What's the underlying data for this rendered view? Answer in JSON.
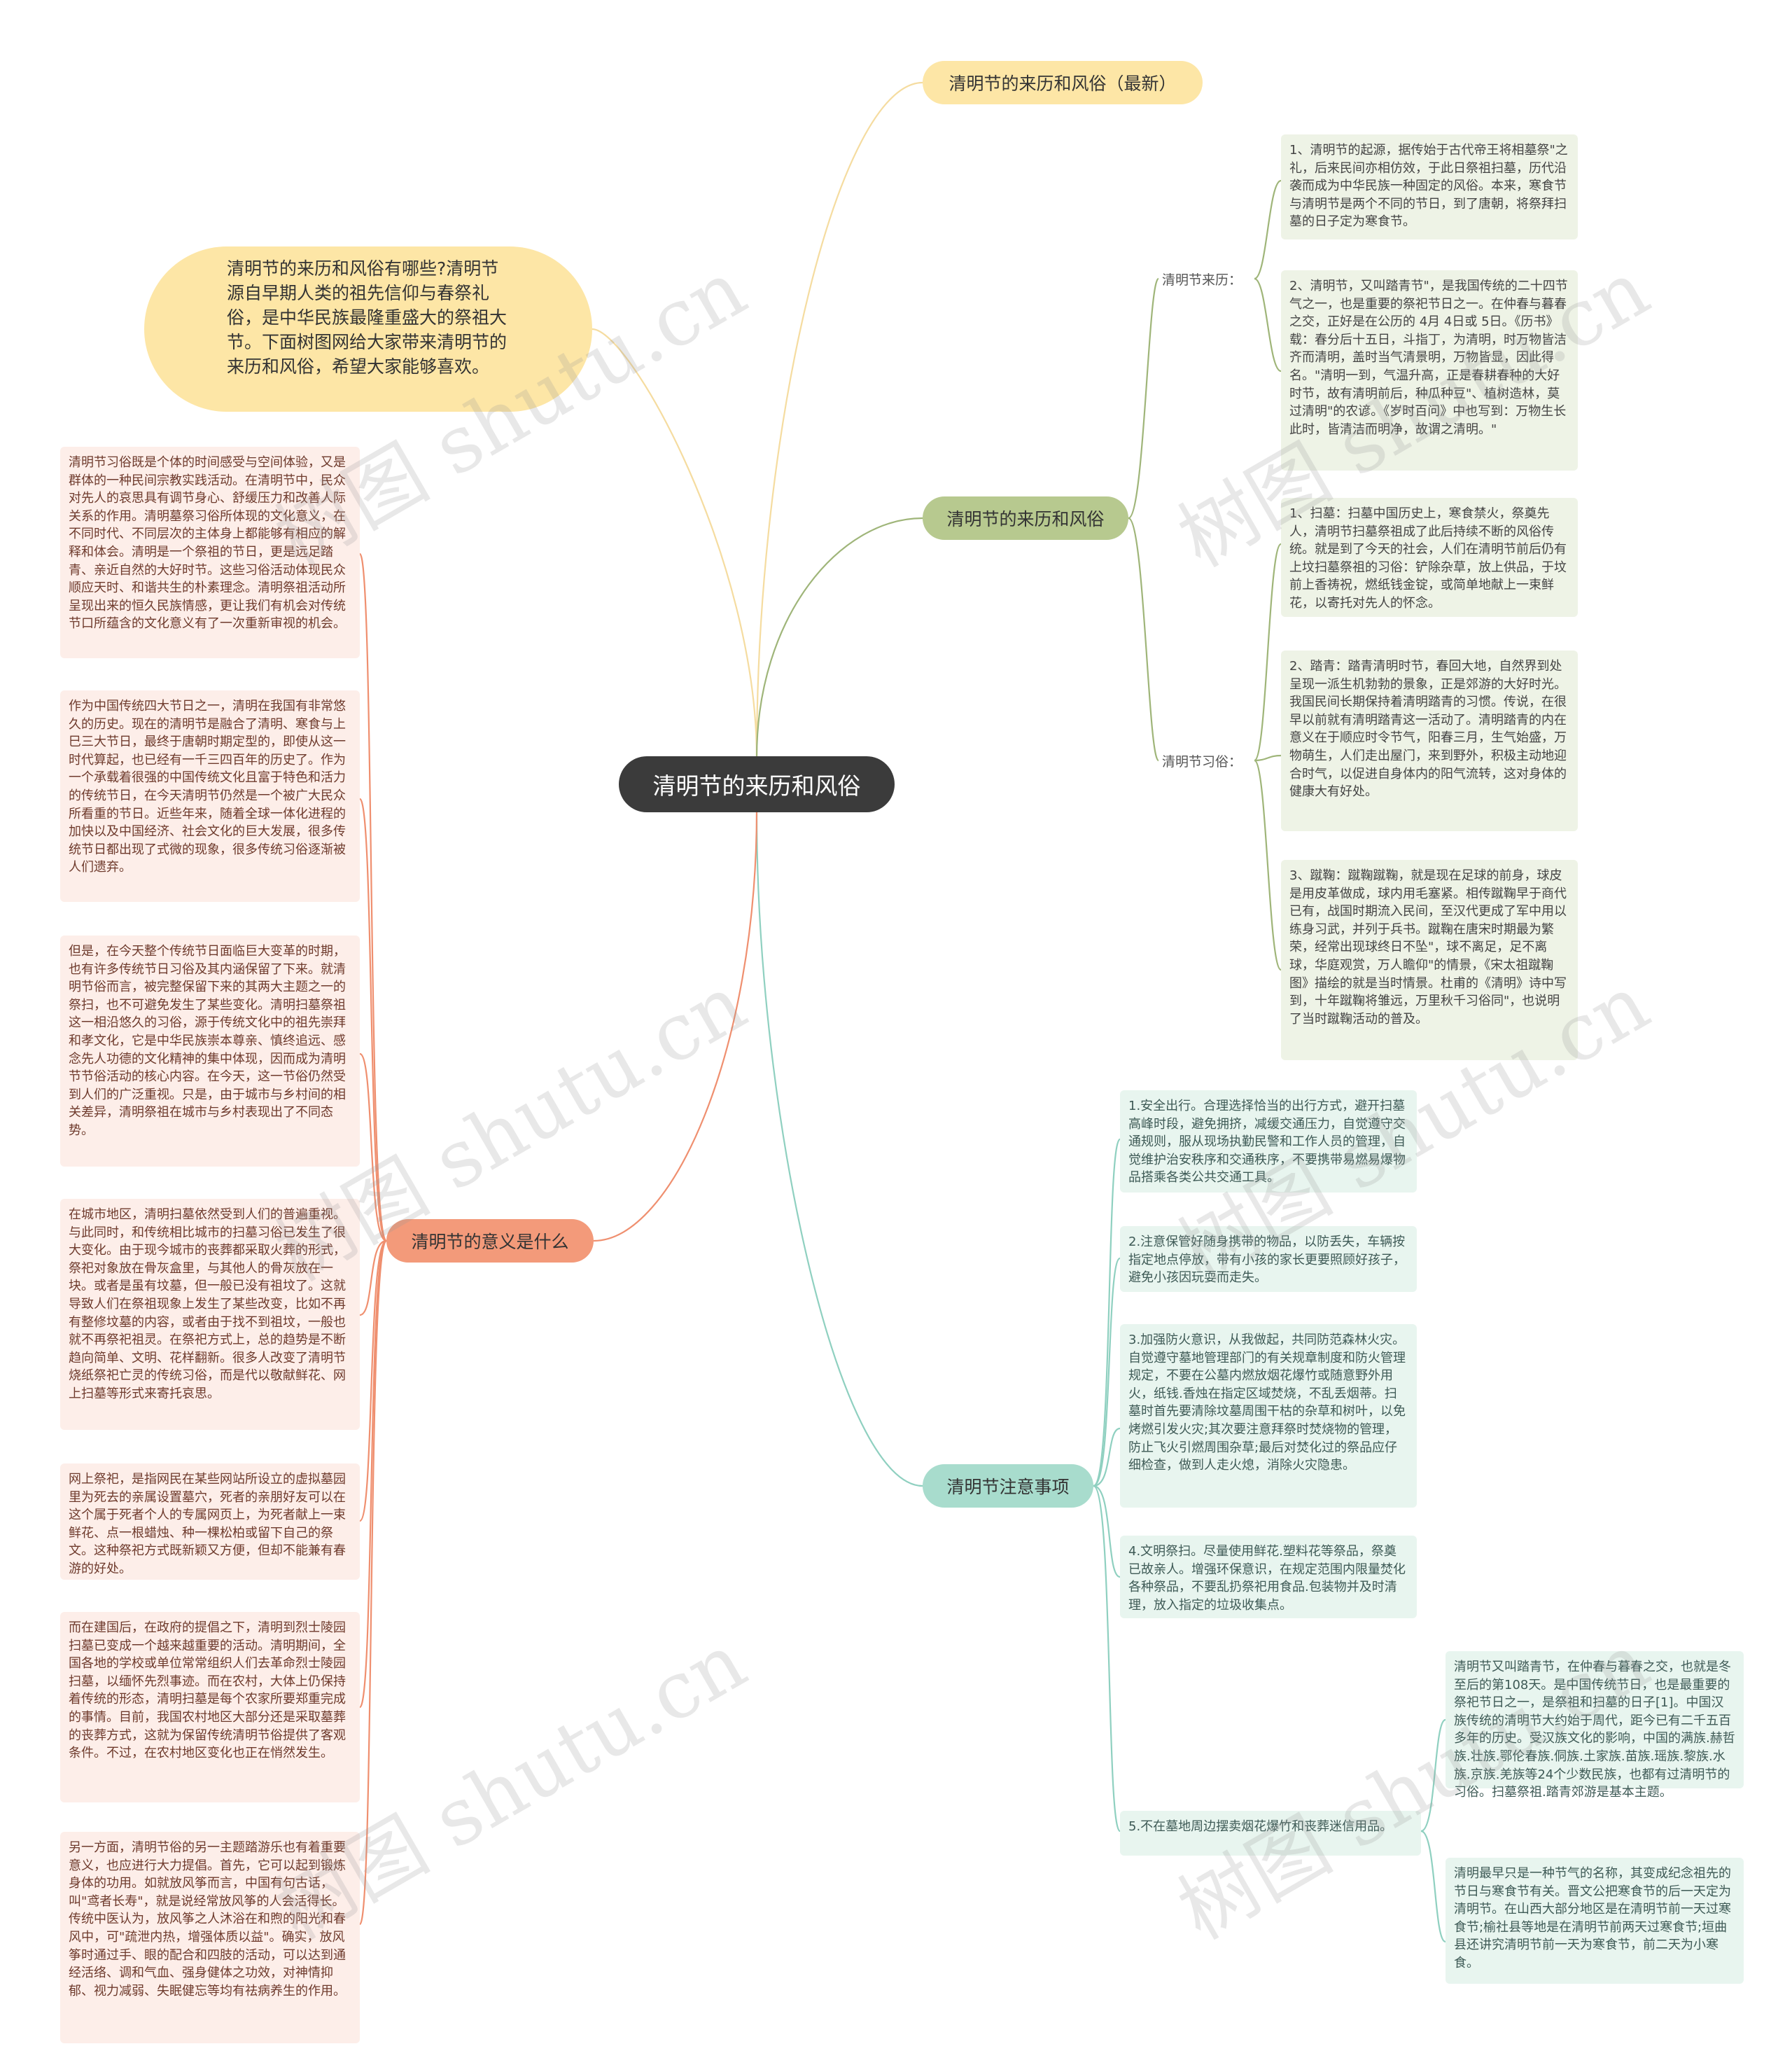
{
  "center": "清明节的来历和风俗",
  "watermark": "树图 shutu.cn",
  "colors": {
    "yellow": "#fde6a6",
    "green": "#b7c98f",
    "teal": "#a8dccd",
    "salmon": "#f39a7a",
    "line_yellow": "#f5dca0",
    "line_green": "#9fb579",
    "line_teal": "#8fd0c0",
    "line_salmon": "#ef8f6f"
  },
  "branches": {
    "latest": "清明节的来历和风俗（最新）",
    "intro": "清明节的来历和风俗有哪些?清明节源自早期人类的祖先信仰与春祭礼俗，是中华民族最隆重盛大的祭祖大节。下面树图网给大家带来清明节的来历和风俗，希望大家能够喜欢。",
    "main": {
      "label": "清明节的来历和风俗",
      "origin_label": "清明节来历：",
      "origin": [
        "1、清明节的起源，据传始于古代帝王将相墓祭\"之礼，后来民间亦相仿效，于此日祭祖扫墓，历代沿袭而成为中华民族一种固定的风俗。本来，寒食节与清明节是两个不同的节日，到了唐朝，将祭拜扫墓的日子定为寒食节。",
        "2、清明节，又叫踏青节\"，是我国传统的二十四节气之一，也是重要的祭祀节日之一。在仲春与暮春之交，正好是在公历的 4月 4日或 5日。《历书》载：春分后十五日，斗指丁，为清明，时万物皆洁齐而清明，盖时当气清景明，万物皆显，因此得名。\"清明一到，气温升高，正是春耕春种的大好时节，故有清明前后，种瓜种豆\"、植树造林，莫过清明\"的农谚。《岁时百问》中也写到：万物生长此时，皆清洁而明净，故谓之清明。\""
      ],
      "custom_label": "清明节习俗：",
      "customs": [
        "1、扫墓：扫墓中国历史上，寒食禁火，祭奠先人，清明节扫墓祭祖成了此后持续不断的风俗传统。就是到了今天的社会，人们在清明节前后仍有上坟扫墓祭祖的习俗：铲除杂草，放上供品，于坟前上香祷祝，燃纸钱金锭，或简单地献上一束鲜花，以寄托对先人的怀念。",
        "2、踏青：踏青清明时节，春回大地，自然界到处呈现一派生机勃勃的景象，正是郊游的大好时光。我国民间长期保持着清明踏青的习惯。传说，在很早以前就有清明踏青这一活动了。清明踏青的内在意义在于顺应时令节气，阳春三月，生气始盛，万物萌生，人们走出屋门，来到野外，积极主动地迎合时气，以促进自身体内的阳气流转，这对身体的健康大有好处。",
        "3、蹴鞠：蹴鞠蹴鞠，就是现在足球的前身，球皮是用皮革做成，球内用毛塞紧。相传蹴鞠早于商代已有，战国时期流入民间，至汉代更成了军中用以练身习武，并列于兵书。蹴鞠在唐宋时期最为繁荣，经常出现球终日不坠\"，球不离足，足不离球，华庭观赏，万人瞻仰\"的情景，《宋太祖蹴鞠图》描绘的就是当时情景。杜甫的《清明》诗中写到，十年蹴鞠将雏远，万里秋千习俗同\"，也说明了当时蹴鞠活动的普及。"
      ]
    },
    "notes": {
      "label": "清明节注意事项",
      "items": [
        "1.安全出行。合理选择恰当的出行方式，避开扫墓高峰时段，避免拥挤，减缓交通压力，自觉遵守交通规则，服从现场执勤民警和工作人员的管理，自觉维护治安秩序和交通秩序，不要携带易燃易爆物品搭乘各类公共交通工具。",
        "2.注意保管好随身携带的物品，以防丢失，车辆按指定地点停放，带有小孩的家长更要照顾好孩子，避免小孩因玩耍而走失。",
        "3.加强防火意识，从我做起，共同防范森林火灾。自觉遵守墓地管理部门的有关规章制度和防火管理规定，不要在公墓内燃放烟花爆竹或随意野外用火，纸钱.香烛在指定区域焚烧，不乱丢烟蒂。扫墓时首先要清除坟墓周围干枯的杂草和树叶，以免烤燃引发火灾;其次要注意拜祭时焚烧物的管理，防止飞火引燃周围杂草;最后对焚化过的祭品应仔细检查，做到人走火熄，消除火灾隐患。",
        "4.文明祭扫。尽量使用鲜花.塑料花等祭品，祭奠已故亲人。增强环保意识，在规定范围内限量焚化各种祭品，不要乱扔祭祀用食品.包装物并及时清理，放入指定的垃圾收集点。",
        "5.不在墓地周边摆卖烟花爆竹和丧葬迷信用品。"
      ],
      "sub": [
        "清明节又叫踏青节，在仲春与暮春之交，也就是冬至后的第108天。是中国传统节日，也是最重要的祭祀节日之一，是祭祖和扫墓的日子[1]。中国汉族传统的清明节大约始于周代，距今已有二千五百多年的历史。受汉族文化的影响，中国的满族.赫哲族.壮族.鄂伦春族.侗族.土家族.苗族.瑶族.黎族.水族.京族.羌族等24个少数民族，也都有过清明节的习俗。扫墓祭祖.踏青郊游是基本主题。",
        "清明最早只是一种节气的名称，其变成纪念祖先的节日与寒食节有关。晋文公把寒食节的后一天定为清明节。在山西大部分地区是在清明节前一天过寒食节;榆社县等地是在清明节前两天过寒食节;垣曲县还讲究清明节前一天为寒食节，前二天为小寒食。"
      ]
    },
    "meaning": {
      "label": "清明节的意义是什么",
      "items": [
        "清明节习俗既是个体的时间感受与空间体验，又是群体的一种民间宗教实践活动。在清明节中，民众对先人的哀思具有调节身心、舒缓压力和改善人际关系的作用。清明墓祭习俗所体现的文化意义，在不同时代、不同层次的主体身上都能够有相应的解释和体会。清明是一个祭祖的节日，更是远足踏青、亲近自然的大好时节。这些习俗活动体现民众顺应天时、和谐共生的朴素理念。清明祭祖活动所呈现出来的恒久民族情感，更让我们有机会对传统节口所蕴含的文化意义有了一次重新审视的机会。",
        "作为中国传统四大节日之一，清明在我国有非常悠久的历史。现在的清明节是融合了清明、寒食与上巳三大节日，最终于唐朝时期定型的，即使从这一时代算起，也已经有一千三四百年的历史了。作为一个承载着很强的中国传统文化且富于特色和活力的传统节日，在今天清明节仍然是一个被广大民众所看重的节日。近些年来，随着全球一体化进程的加快以及中国经济、社会文化的巨大发展，很多传统节日都出现了式微的现象，很多传统习俗逐渐被人们遗弃。",
        "但是，在今天整个传统节日面临巨大变革的时期，也有许多传统节日习俗及其内涵保留了下来。就清明节俗而言，被完整保留下来的其两大主题之一的祭扫，也不可避免发生了某些变化。清明扫墓祭祖这一相沿悠久的习俗，源于传统文化中的祖先崇拜和孝文化，它是中华民族崇本尊亲、慎终追远、感念先人功德的文化精神的集中体现，因而成为清明节节俗活动的核心内容。在今天，这一节俗仍然受到人们的广泛重视。只是，由于城市与乡村间的相关差异，清明祭祖在城市与乡村表现出了不同态势。",
        "在城市地区，清明扫墓依然受到人们的普遍重视。与此同时，和传统相比城市的扫墓习俗已发生了很大变化。由于现今城市的丧葬都采取火葬的形式，祭祀对象放在骨灰盒里，与其他人的骨灰放在一块。或者是虽有坟墓，但一般已没有祖坟了。这就导致人们在祭祖现象上发生了某些改变，比如不再有整修坟墓的内容，或者由于找不到祖坟，一般也就不再祭祀祖灵。在祭祀方式上，总的趋势是不断趋向简单、文明、花样翻新。很多人改变了清明节烧纸祭祀亡灵的传统习俗，而是代以敬献鲜花、网上扫墓等形式来寄托哀思。",
        "网上祭祀，是指网民在某些网站所设立的虚拟墓园里为死去的亲属设置墓穴，死者的亲朋好友可以在这个属于死者个人的专属网页上，为死者献上一束鲜花、点一根蜡烛、种一棵松柏或留下自己的祭文。这种祭祀方式既新颖又方便，但却不能兼有春游的好处。",
        "而在建国后，在政府的提倡之下，清明到烈士陵园扫墓已变成一个越来越重要的活动。清明期间，全国各地的学校或单位常常组织人们去革命烈士陵园扫墓，以缅怀先烈事迹。而在农村，大体上仍保持着传统的形态，清明扫墓是每个农家所要郑重完成的事情。目前，我国农村地区大部分还是采取墓葬的丧葬方式，这就为保留传统清明节俗提供了客观条件。不过，在农村地区变化也正在悄然发生。",
        "另一方面，清明节俗的另一主题踏游乐也有着重要意义，也应进行大力提倡。首先，它可以起到锻炼身体的功用。如就放风筝而言，中国有句古话，叫\"鸢者长寿\"，就是说经常放风筝的人会活得长。传统中医认为，放风筝之人沐浴在和煦的阳光和春风中，可\"疏泄内热，增强体质以益\"。确实，放风筝时通过手、眼的配合和四肢的活动，可以达到通经活络、调和气血、强身健体之功效，对神情抑郁、视力减弱、失眠健忘等均有祛病养生的作用。"
      ]
    }
  }
}
